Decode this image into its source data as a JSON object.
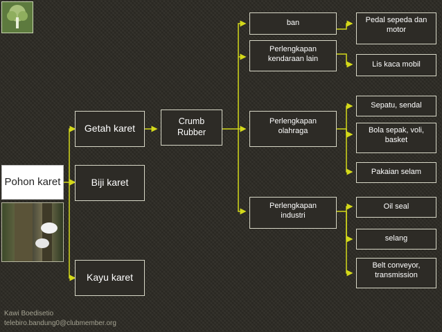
{
  "root": {
    "label": "Pohon karet"
  },
  "level1": [
    {
      "label": "Getah karet"
    },
    {
      "label": "Biji karet"
    },
    {
      "label": "Kayu karet"
    }
  ],
  "level2": {
    "label": "Crumb Rubber"
  },
  "level3": [
    {
      "label": "ban"
    },
    {
      "label": "Perlengkapan kendaraan lain"
    },
    {
      "label": "Perlengkapan olahraga"
    },
    {
      "label": "Perlengkapan industri"
    }
  ],
  "leaves": [
    {
      "label": "Pedal sepeda dan motor"
    },
    {
      "label": "Lis kaca mobil"
    },
    {
      "label": "Sepatu, sendal"
    },
    {
      "label": "Bola sepak, voli, basket"
    },
    {
      "label": "Pakaian selam"
    },
    {
      "label": "Oil seal"
    },
    {
      "label": "selang"
    },
    {
      "label": "Belt conveyor, transmission"
    }
  ],
  "footer": {
    "author": "Kawi Boedisetio",
    "email": "telebiro.bandung0@clubmember.org"
  },
  "colors": {
    "connector": "#d4d91a",
    "node_border": "#d9d9c8",
    "background": "#2c2a24"
  },
  "icons": {
    "logo": "tree-logo-icon",
    "photo": "rubber-tree-tapping-photo"
  }
}
